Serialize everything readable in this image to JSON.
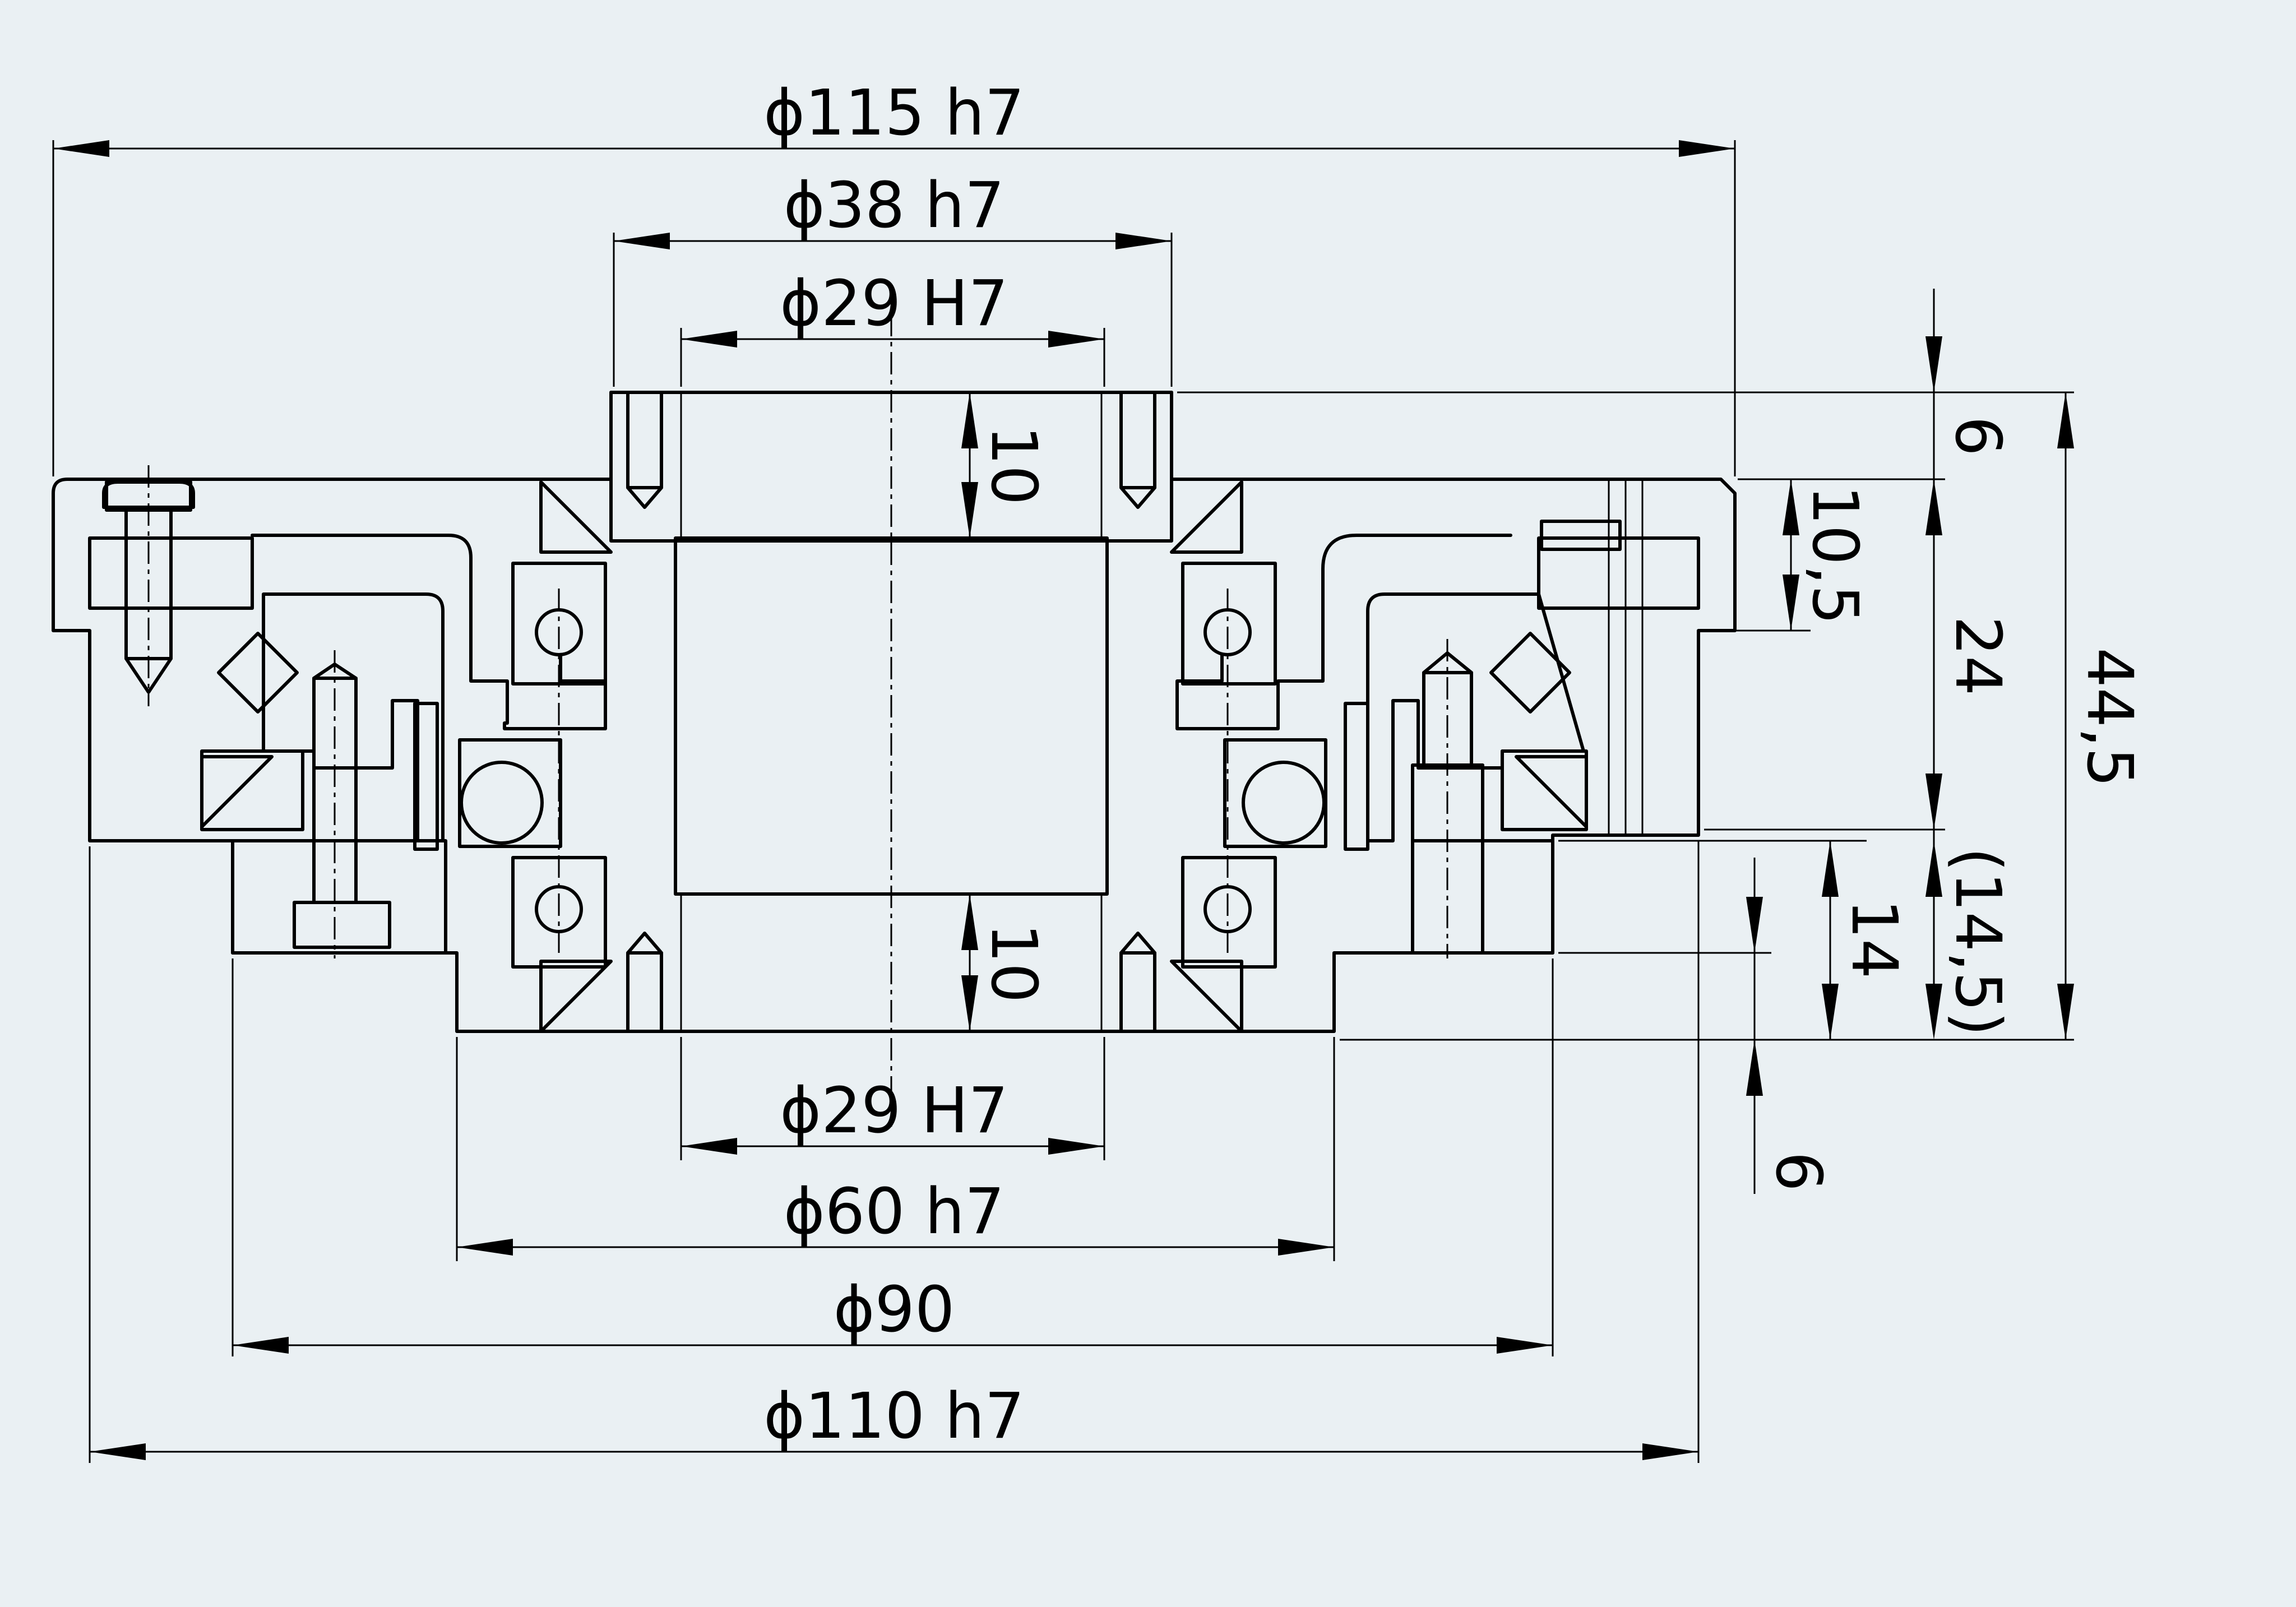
{
  "diagram": {
    "background": "#eaf0f3",
    "line_color": "#000000",
    "dimensions": {
      "d_115": "ϕ115 h7",
      "d_38": "ϕ38 h7",
      "d_29_top": "ϕ29 H7",
      "d_29_bottom": "ϕ29 H7",
      "d_60": "ϕ60 h7",
      "d_90": "ϕ90",
      "d_110": "ϕ110 h7",
      "h_10_top": "10",
      "h_10_bottom": "10",
      "v_6_top": "6",
      "v_10_5": "10,5",
      "v_24": "24",
      "v_44_5": "44,5",
      "v_14": "14",
      "v_14_5": "(14,5)",
      "v_6_bottom": "6"
    }
  }
}
